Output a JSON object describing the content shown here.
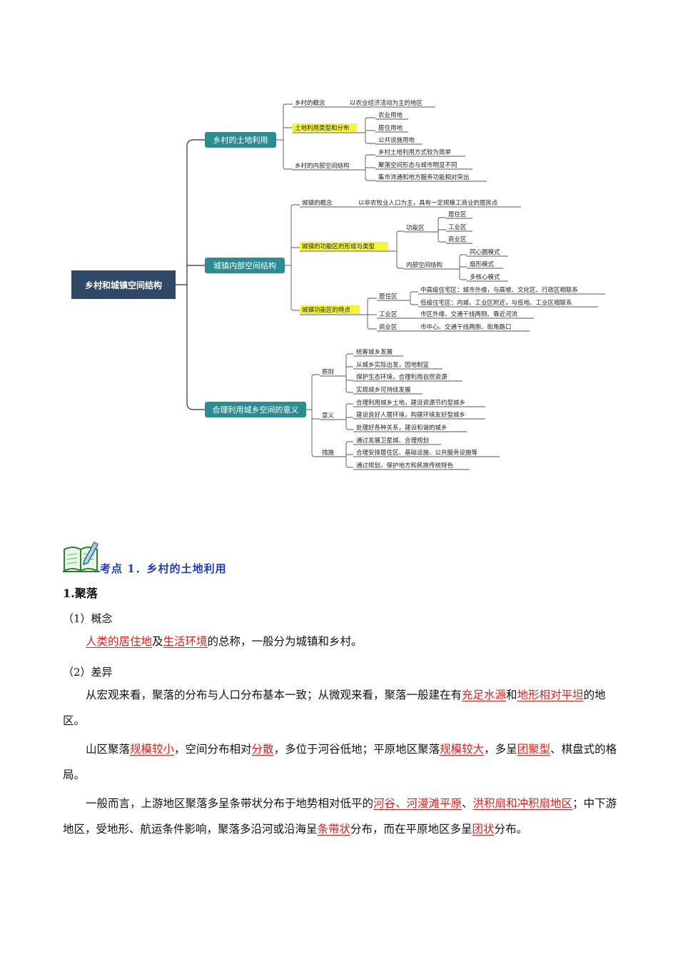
{
  "mindmap": {
    "root": "乡村和城镇空间结构",
    "branch1": {
      "title": "乡村的土地利用",
      "concept_label": "乡村的概念",
      "concept_text": "以农业经济活动为主的地区",
      "types_label": "土地利用类型和分布",
      "types": [
        "农业用地",
        "居住用地",
        "公共设施用地"
      ],
      "structure_label": "乡村的内部空间结构",
      "structure": [
        "乡村土地利用方式较为简单",
        "聚落空间形态与城市明显不同",
        "集市流通和地方服务功能相对突出"
      ]
    },
    "branch2": {
      "title": "城镇内部空间结构",
      "concept_label": "城镇的概念",
      "concept_text": "以非农牧业人口为主，具有一定规模工商业的居民点",
      "formation_label": "城镇的功能区的形成与类型",
      "func_label": "功能区",
      "funcs": [
        "居住区",
        "工业区",
        "商业区"
      ],
      "inner_label": "内部空间结构",
      "models": [
        "同心圆模式",
        "扇形模式",
        "多核心模式"
      ],
      "features_label": "城镇功能区的特点",
      "res_label": "居住区",
      "res_high": "中高级住宅区：城市外缘，与高坡、文化区、行政区相联系",
      "res_low": "低级住宅区：内城、工业区附近，与低地、工业区相联系",
      "ind_label": "工业区",
      "ind_text": "市区外缘、交通干线两侧、靠近河流",
      "com_label": "商业区",
      "com_text": "市中心、交通干线两侧、街角路口"
    },
    "branch3": {
      "title": "合理利用城乡空间的意义",
      "principle_label": "原则",
      "principles": [
        "统筹城乡发展",
        "从城乡实际出发，因地制宜",
        "保护生态环境，合理利用自然资源",
        "实现城乡可持续发展"
      ],
      "meaning_label": "意义",
      "meanings": [
        "合理利用城乡土地，建设资源节约型城乡",
        "建设良好人居环境，构建环境友好型城乡",
        "处理好各种关系，建设和谐的城乡"
      ],
      "measure_label": "措施",
      "measures": [
        "通过发展卫星城、合理规划",
        "合理安排居住区、基础设施、公共服务设施等",
        "通过规划，保护地方和民族传统特色"
      ]
    }
  },
  "section": {
    "kaodian_title": "考点 1．乡村的土地利用",
    "heading": "1.聚落",
    "sub1": "（1）概念",
    "p1": {
      "r1": "人类的居住地",
      "t1": "及",
      "r2": "生活环境",
      "t2": "的总称，一般分为城镇和乡村。"
    },
    "sub2": "（2）差异",
    "p2": {
      "t1": "从宏观来看，聚落的分布与人口分布基本一致；从微观来看，聚落一般建在有",
      "r1": "充足水源",
      "t2": "和",
      "r2": "地形相对平坦",
      "t3": "的地区。"
    },
    "p3": {
      "t1": "山区聚落",
      "r1": "规模较小",
      "t2": "，空间分布相对",
      "r2": "分散",
      "t3": "，多位于河谷低地；平原地区聚落",
      "r3": "规模较大",
      "t4": "，多呈",
      "r4": "团聚型",
      "t5": "、棋盘式的格局。"
    },
    "p4": {
      "t1": "一般而言，上游地区聚落多呈条带状分布于地势相对低平的",
      "r1": "河谷、河漫滩平原",
      "t2": "、",
      "r2": "洪积扇和冲积扇地区",
      "t3": "；中下游地区，受地形、航运条件影响，聚落多沿河或沿海呈",
      "r3": "条带状",
      "t4": "分布，而在平原地区多呈",
      "r4": "团状",
      "t5": "分布。"
    },
    "colors": {
      "highlight_red": "#e02020",
      "title_blue": "#1f3bb8",
      "node_teal": "#2b8d92",
      "root_navy": "#2e4866"
    }
  }
}
